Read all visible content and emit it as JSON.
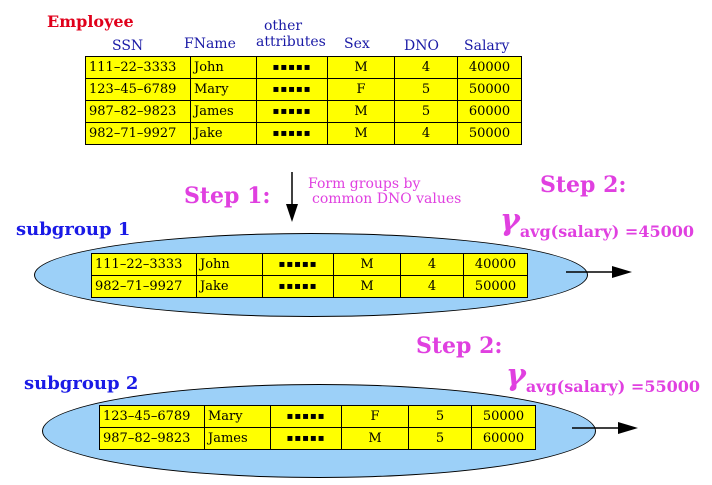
{
  "employee_label": "Employee",
  "headers": {
    "ssn": "SSN",
    "fname": "FName",
    "other_line1": "other",
    "other_line2": "attributes",
    "sex": "Sex",
    "dno": "DNO",
    "salary": "Salary"
  },
  "employees": [
    {
      "ssn": "111–22–3333",
      "fname": "John",
      "other": "▪▪▪▪▪",
      "sex": "M",
      "dno": "4",
      "salary": "40000"
    },
    {
      "ssn": "123–45–6789",
      "fname": "Mary",
      "other": "▪▪▪▪▪",
      "sex": "F",
      "dno": "5",
      "salary": "50000"
    },
    {
      "ssn": "987–82–9823",
      "fname": "James",
      "other": "▪▪▪▪▪",
      "sex": "M",
      "dno": "5",
      "salary": "60000"
    },
    {
      "ssn": "982–71–9927",
      "fname": "Jake",
      "other": "▪▪▪▪▪",
      "sex": "M",
      "dno": "4",
      "salary": "50000"
    }
  ],
  "step1_label": "Step 1:",
  "step1_desc_line1": "Form groups by",
  "step1_desc_line2": "common DNO values",
  "step2_label": "Step 2:",
  "gamma": "γ",
  "agg1": "avg(salary) =45000",
  "agg2": "avg(salary) =55000",
  "subgroup1": {
    "label": "subgroup 1",
    "rows": [
      {
        "ssn": "111–22–3333",
        "fname": "John",
        "other": "▪▪▪▪▪",
        "sex": "M",
        "dno": "4",
        "salary": "40000"
      },
      {
        "ssn": "982–71–9927",
        "fname": "Jake",
        "other": "▪▪▪▪▪",
        "sex": "M",
        "dno": "4",
        "salary": "50000"
      }
    ]
  },
  "subgroup2": {
    "label": "subgroup 2",
    "rows": [
      {
        "ssn": "123–45–6789",
        "fname": "Mary",
        "other": "▪▪▪▪▪",
        "sex": "F",
        "dno": "5",
        "salary": "50000"
      },
      {
        "ssn": "987–82–9823",
        "fname": "James",
        "other": "▪▪▪▪▪",
        "sex": "M",
        "dno": "5",
        "salary": "60000"
      }
    ]
  },
  "colors": {
    "table_fill": "#ffff00",
    "ellipse_fill": "#9cd0f8",
    "title_red": "#e0001b",
    "header_navy": "#1a1aa6",
    "step_magenta": "#e040e0",
    "subgroup_blue": "#1a1ae6"
  },
  "icons": [
    "arrow-down-icon",
    "arrow-right-icon"
  ]
}
